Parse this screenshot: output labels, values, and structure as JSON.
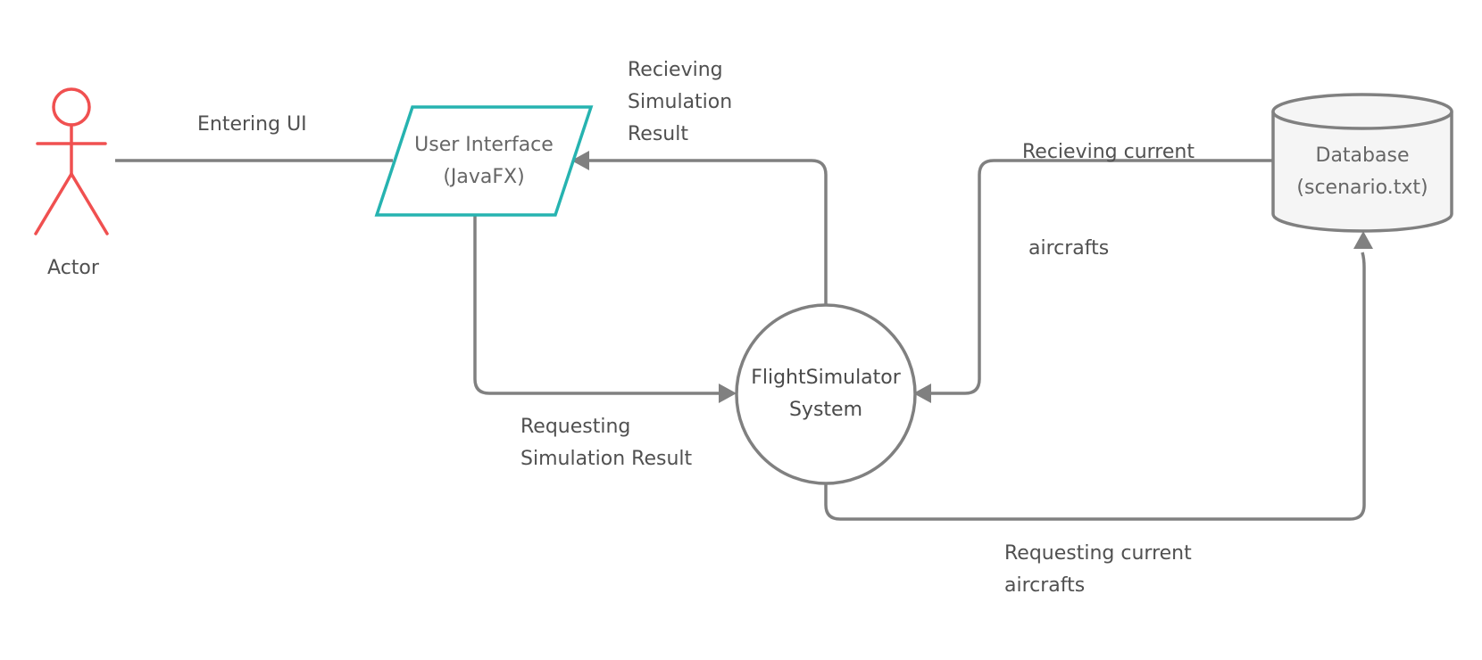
{
  "colors": {
    "connector": "#808080",
    "actor": "#f05050",
    "ui_border": "#26b3b0",
    "database_fill": "#f5f5f5",
    "text": "#505050"
  },
  "nodes": {
    "actor": {
      "label": "Actor"
    },
    "ui": {
      "line1": "User Interface",
      "line2": "(JavaFX)"
    },
    "system": {
      "line1": "FlightSimulator",
      "line2": "System"
    },
    "database": {
      "line1": "Database",
      "line2": "(scenario.txt)"
    }
  },
  "edges": {
    "entering_ui": "Entering UI",
    "receiving_result": [
      "Recieving",
      "Simulation",
      "Result"
    ],
    "requesting_result": [
      "Requesting",
      "Simulation Result"
    ],
    "receiving_aircrafts": [
      "Recieving current",
      " aircrafts"
    ],
    "requesting_aircrafts": [
      "Requesting current",
      "aircrafts"
    ]
  }
}
